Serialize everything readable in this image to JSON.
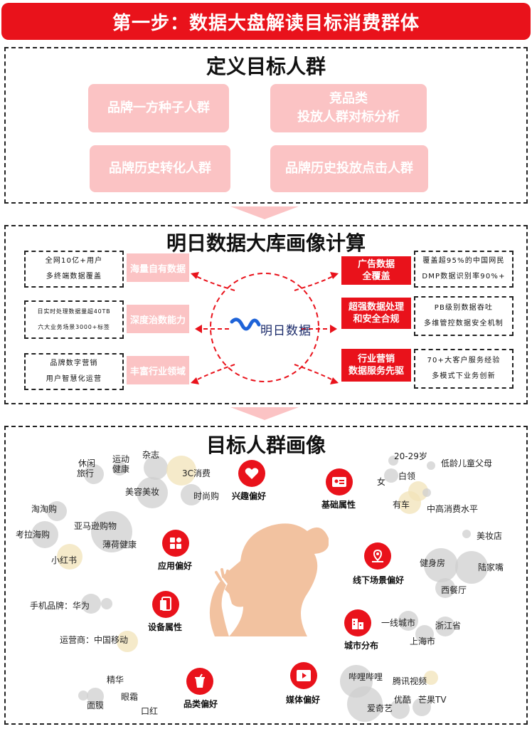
{
  "header": {
    "title": "第一步：数据大盘解读目标消费群体"
  },
  "section1": {
    "title": "定义目标人群",
    "boxes": [
      {
        "label": "品牌一方种子人群"
      },
      {
        "line1": "竞品类",
        "line2": "投放人群对标分析"
      },
      {
        "label": "品牌历史转化人群"
      },
      {
        "label": "品牌历史投放点击人群"
      }
    ]
  },
  "section2": {
    "title": "明日数据大库画像计算",
    "logo_text": "明日数据",
    "left": [
      {
        "line1": "全网10亿+用户",
        "line2": "多终端数据覆盖",
        "label": "海量自有数据"
      },
      {
        "line1": "日实时处理数据量超40TB",
        "line2": "六大业务场景3000+标签",
        "label": "深度治数能力"
      },
      {
        "line1": "品牌数字营销",
        "line2": "用户智慧化运营",
        "label": "丰富行业领域"
      }
    ],
    "right": [
      {
        "label1": "广告数据",
        "label2": "全覆盖",
        "line1": "覆盖超95%的中国网民",
        "line2": "DMP数据识别率90%+"
      },
      {
        "label1": "超强数据处理",
        "label2": "和安全合规",
        "line1": "PB级别数据吞吐",
        "line2": "多维管控数据安全机制"
      },
      {
        "label1": "行业营销",
        "label2": "数据服务先驱",
        "line1": "70+大客户服务经验",
        "line2": "多模式下业务创新"
      }
    ]
  },
  "section3": {
    "title": "目标人群画像",
    "categories": {
      "interest": "兴趣偏好",
      "basic": "基础属性",
      "app": "应用偏好",
      "offline": "线下场景偏好",
      "device": "设备属性",
      "city": "城市分布",
      "product": "品类偏好",
      "media": "媒体偏好"
    },
    "keywords": {
      "xiuxian": "休闲",
      "lvxing": "旅行",
      "yundong": "运动",
      "jiankang": "健康",
      "zazhi": "杂志",
      "xiaofei3c": "3C消费",
      "meirong": "美容美妆",
      "shishang": "时尚购",
      "age": "20-29岁",
      "parents": "低龄儿童父母",
      "female": "女",
      "whitecollar": "白领",
      "car": "有车",
      "income": "中高消费水平",
      "taotao": "淘淘购",
      "amazon": "亚马逊购物",
      "kaola": "考拉海购",
      "bohe": "薄荷健康",
      "xhs": "小红书",
      "cosmetic": "美妆店",
      "gym": "健身房",
      "lujiazui": "陆家嘴",
      "western": "西餐厅",
      "phone": "手机品牌：华为",
      "carrier": "运营商：中国移动",
      "tier1": "一线城市",
      "zhejiang": "浙江省",
      "shanghai": "上海市",
      "essence": "精华",
      "eyecream": "眼霜",
      "mask": "面膜",
      "lipstick": "口红",
      "bili": "哔哩哔哩",
      "tencent": "腾讯视频",
      "youku": "优酷",
      "mango": "芒果TV",
      "iqiyi": "爱奇艺"
    }
  },
  "colors": {
    "accent": "#e9121b",
    "pink": "#fbc3c4",
    "skin": "#f2c2a0",
    "bubble_gray": "#cfcfcf",
    "bubble_yellow": "#f1e3b8"
  }
}
